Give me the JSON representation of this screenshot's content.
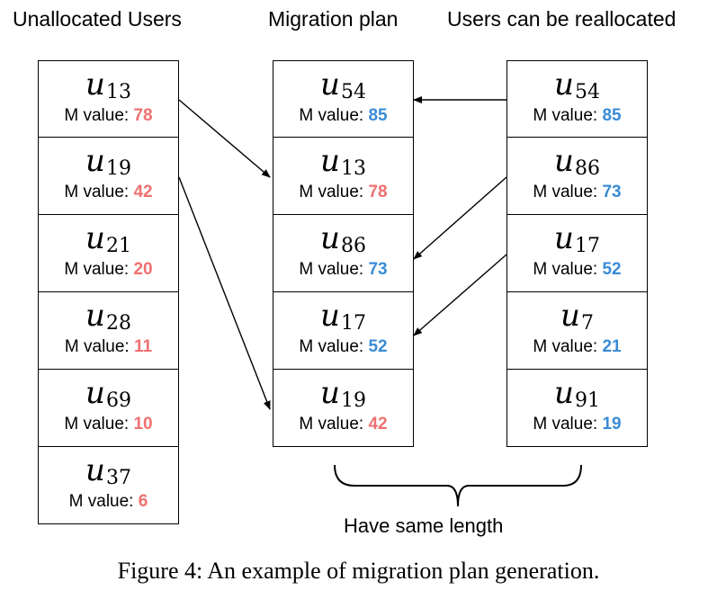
{
  "columns": [
    {
      "title": "Unallocated Users",
      "value_color": "#f07070",
      "users": [
        {
          "id": "13",
          "m": "78"
        },
        {
          "id": "19",
          "m": "42"
        },
        {
          "id": "21",
          "m": "20"
        },
        {
          "id": "28",
          "m": "11"
        },
        {
          "id": "69",
          "m": "10"
        },
        {
          "id": "37",
          "m": "6"
        }
      ]
    },
    {
      "title": "Migration plan",
      "users": [
        {
          "id": "54",
          "m": "85",
          "color": "#3a8cd6"
        },
        {
          "id": "13",
          "m": "78",
          "color": "#f07070"
        },
        {
          "id": "86",
          "m": "73",
          "color": "#3a8cd6"
        },
        {
          "id": "17",
          "m": "52",
          "color": "#3a8cd6"
        },
        {
          "id": "19",
          "m": "42",
          "color": "#f07070"
        }
      ]
    },
    {
      "title": "Users can be reallocated",
      "value_color": "#3a8cd6",
      "users": [
        {
          "id": "54",
          "m": "85"
        },
        {
          "id": "86",
          "m": "73"
        },
        {
          "id": "17",
          "m": "52"
        },
        {
          "id": "7",
          "m": "21"
        },
        {
          "id": "91",
          "m": "19"
        }
      ]
    }
  ],
  "cell_label": "M value: ",
  "user_symbol": "u",
  "brace_label": "Have same length",
  "caption": "Figure 4: An example of migration plan generation.",
  "colors": {
    "unallocated": "#f07070",
    "reallocated": "#3a8cd6"
  }
}
